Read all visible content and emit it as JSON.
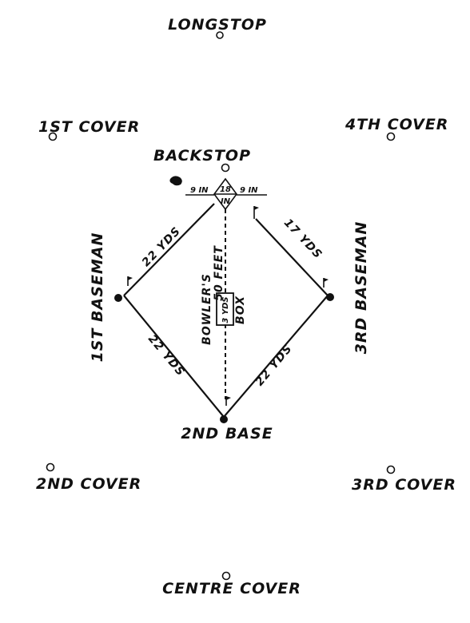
{
  "positions": {
    "longstop": "LONGSTOP",
    "first_cover": "1ST COVER",
    "fourth_cover": "4TH COVER",
    "backstop": "BACKSTOP",
    "first_baseman": "1ST BASEMAN",
    "third_baseman": "3RD BASEMAN",
    "second_base": "2ND BASE",
    "second_cover": "2ND COVER",
    "third_cover": "3RD COVER",
    "centre_cover": "CENTRE COVER"
  },
  "measurements": {
    "nine_in_left": "9 IN",
    "eighteen_in": "18",
    "in_lower": "IN",
    "nine_in_right": "9 IN",
    "yds_22_left_top": "22 YDS",
    "yds_17_right_top": "17 YDS",
    "yds_22_left_bottom": "22 YDS",
    "yds_22_right_bottom": "22 YDS",
    "fifty_feet": "50 FEET",
    "bowlers": "BOWLER'S",
    "three_yds": "3 YDS",
    "box": "BOX"
  }
}
